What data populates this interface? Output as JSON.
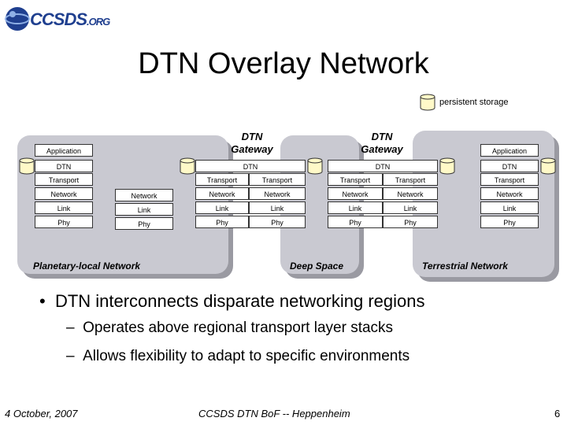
{
  "logo": {
    "text": "CCSDS",
    "suffix": ".ORG"
  },
  "title": "DTN Overlay Network",
  "legend": {
    "label": "persistent storage"
  },
  "gateways": [
    "DTN\nGateway",
    "DTN\nGateway"
  ],
  "regions": [
    "Planetary-local Network",
    "Deep Space",
    "Terrestrial Network"
  ],
  "layers": {
    "application": "Application",
    "dtn": "DTN",
    "transport": "Transport",
    "network": "Network",
    "link": "Link",
    "phy": "Phy"
  },
  "bullets": {
    "main": "DTN interconnects disparate networking regions",
    "sub": [
      "Operates above regional transport layer stacks",
      "Allows flexibility to adapt to specific environments"
    ]
  },
  "footer": {
    "date": "4 October, 2007",
    "center": "CCSDS DTN BoF -- Heppenheim",
    "page": "6"
  },
  "colors": {
    "region_fill": "#c9c9d1",
    "region_shadow": "#9a9aa2",
    "logo_blue": "#1f3f8f"
  }
}
